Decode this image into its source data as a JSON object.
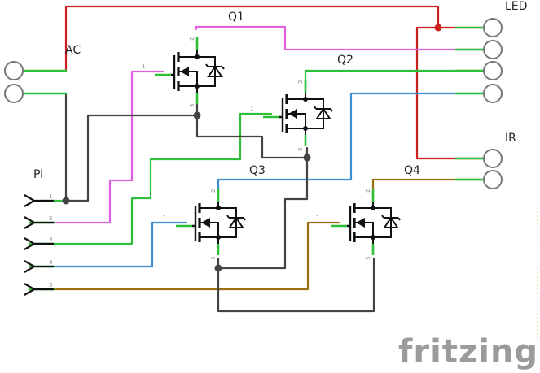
{
  "labels": {
    "ac": "AC",
    "pi": "Pi",
    "led": "LED",
    "ir": "IR",
    "q1": "Q1",
    "q2": "Q2",
    "q3": "Q3",
    "q4": "Q4"
  },
  "pi_pins": [
    "1",
    "2",
    "3",
    "4",
    "5"
  ],
  "transistor_pins": {
    "gate": "1",
    "drain": "2",
    "source": "3"
  },
  "brand": "fritzing",
  "colors": {
    "red": "#cc1f1f",
    "green": "#2fbf3a",
    "magenta": "#e060e0",
    "blue": "#3e8ed6",
    "brown": "#9a7010",
    "dark": "#444444",
    "connector": "#777777"
  }
}
